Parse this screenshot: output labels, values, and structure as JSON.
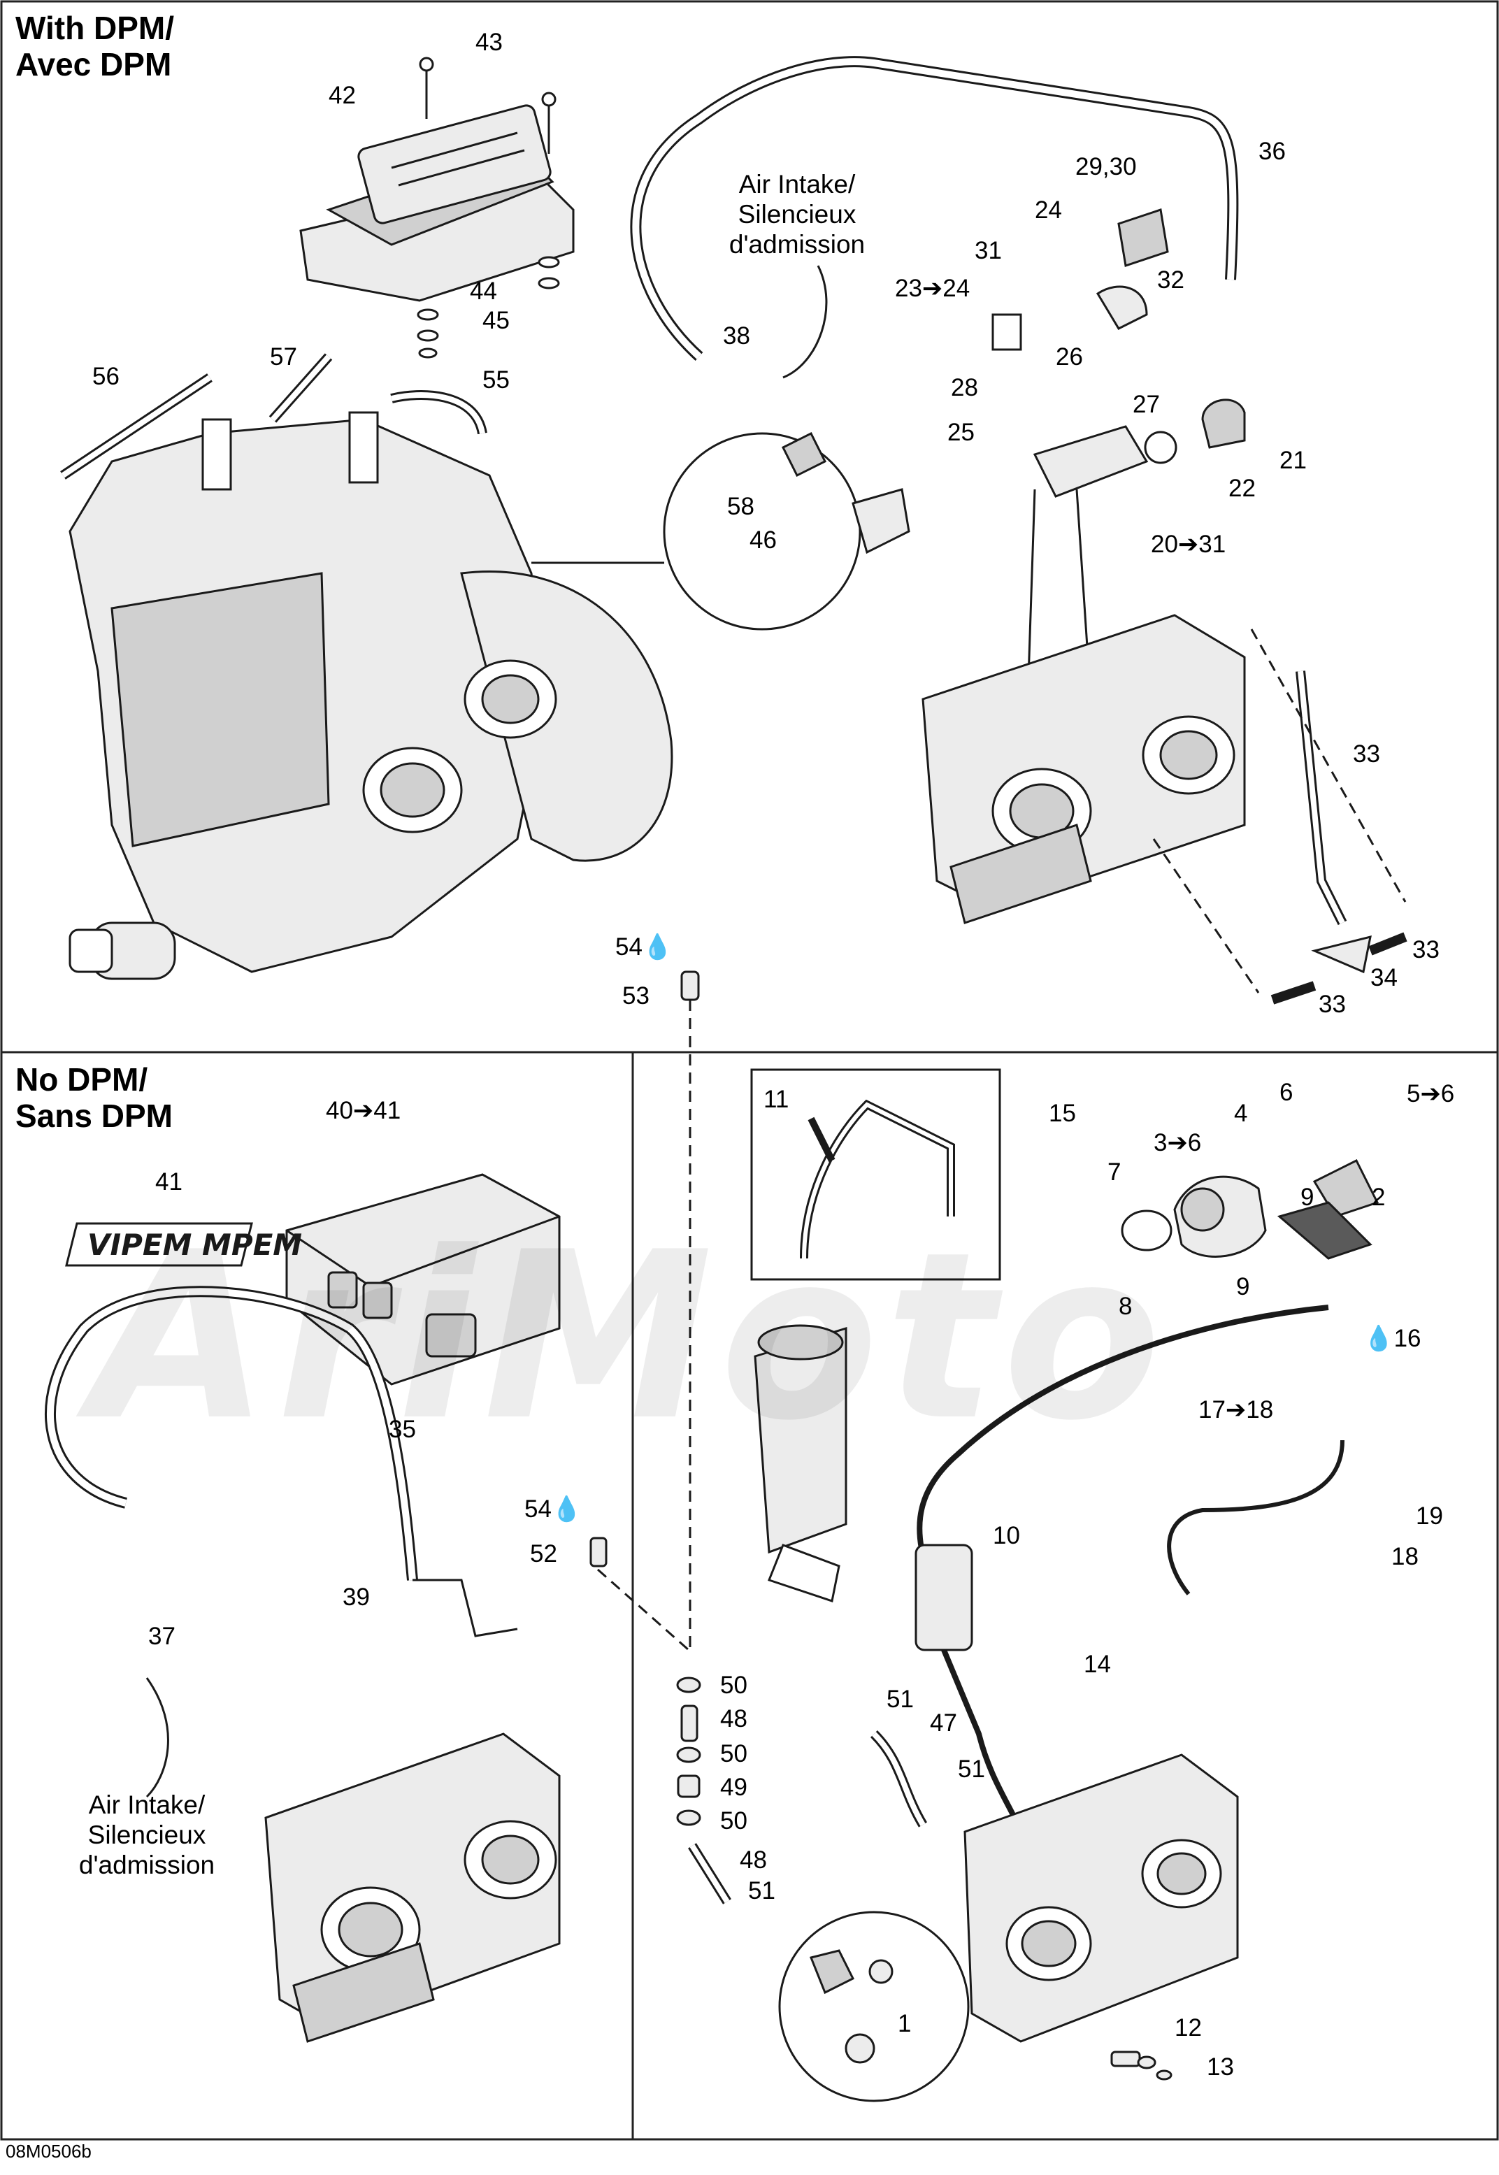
{
  "sections": {
    "with_dpm": "With DPM/\nAvec DPM",
    "no_dpm": "No DPM/\nSans DPM"
  },
  "notes": {
    "air_intake_top": "Air Intake/\nSilencieux\nd'admission",
    "air_intake_bottom": "Air Intake/\nSilencieux\nd'admission"
  },
  "callouts": [
    "43",
    "42",
    "36",
    "29,30",
    "24",
    "31",
    "32",
    "23➔24",
    "38",
    "44",
    "45",
    "56",
    "57",
    "55",
    "28",
    "26",
    "27",
    "25",
    "21",
    "22",
    "58",
    "46",
    "20➔31",
    "33",
    "54💧",
    "53",
    "33",
    "34",
    "33",
    "40➔41",
    "41",
    "11",
    "15",
    "6",
    "5➔6",
    "3➔6",
    "4",
    "7",
    "9",
    "2",
    "8",
    "9",
    "💧16",
    "35",
    "17➔18",
    "19",
    "18",
    "54💧",
    "52",
    "10",
    "39",
    "37",
    "14",
    "50",
    "48",
    "50",
    "49",
    "51",
    "47",
    "51",
    "50",
    "48",
    "51",
    "1",
    "12",
    "13"
  ],
  "footer_code": "08M0506b",
  "watermark": "AriMoto",
  "colors": {
    "line": "#1a1a1a",
    "frame": "#222222",
    "fill_light": "#ececec",
    "fill_mid": "#d0d0d0",
    "fill_dark": "#5a5a5a"
  }
}
